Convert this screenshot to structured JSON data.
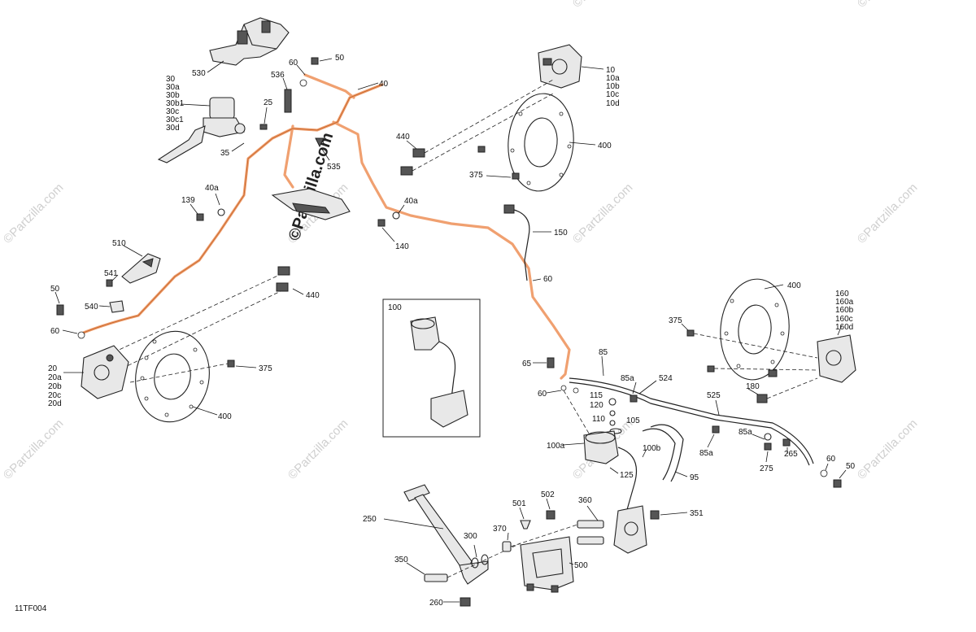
{
  "diagram": {
    "code": "11TF004",
    "watermark": "©Partzilla.com",
    "watermark_center": "©Partzilla.com",
    "labels": {
      "l530": "530",
      "l30": "30",
      "l30a": "30a",
      "l30b": "30b",
      "l30b1": "30b1",
      "l30c": "30c",
      "l30c1": "30c1",
      "l30d": "30d",
      "l25": "25",
      "l35": "35",
      "l536": "536",
      "l60a": "60",
      "l50a": "50",
      "l40": "40",
      "l535": "535",
      "l139": "139",
      "l40a_left": "40a",
      "l40a_mid": "40a",
      "l140": "140",
      "l510": "510",
      "l541": "541",
      "l540": "540",
      "l50b": "50",
      "l60b": "60",
      "l440_left": "440",
      "l20": "20",
      "l20a": "20a",
      "l20b": "20b",
      "l20c": "20c",
      "l20d": "20d",
      "l375_left": "375",
      "l400_left": "400",
      "l10": "10",
      "l10a": "10a",
      "l10b": "10b",
      "l10c": "10c",
      "l10d": "10d",
      "l440_right": "440",
      "l400_top": "400",
      "l375_top": "375",
      "l150": "150",
      "l60c": "60",
      "l100": "100",
      "l65": "65",
      "l85": "85",
      "l85a_top": "85a",
      "l524": "524",
      "l60d": "60",
      "l115": "115",
      "l120": "120",
      "l110": "110",
      "l105": "105",
      "l525": "525",
      "l100a": "100a",
      "l100b": "100b",
      "l125": "125",
      "l95": "95",
      "l85a_bot": "85a",
      "l85a_right": "85a",
      "l275": "275",
      "l265": "265",
      "l60e": "60",
      "l50c": "50",
      "l400_right": "400",
      "l375_right": "375",
      "l160": "160",
      "l160a": "160a",
      "l160b": "160b",
      "l160c": "160c",
      "l160d": "160d",
      "l180": "180",
      "l250": "250",
      "l501": "501",
      "l502": "502",
      "l360": "360",
      "l351": "351",
      "l300": "300",
      "l370": "370",
      "l350": "350",
      "l500": "500",
      "l260": "260"
    }
  }
}
